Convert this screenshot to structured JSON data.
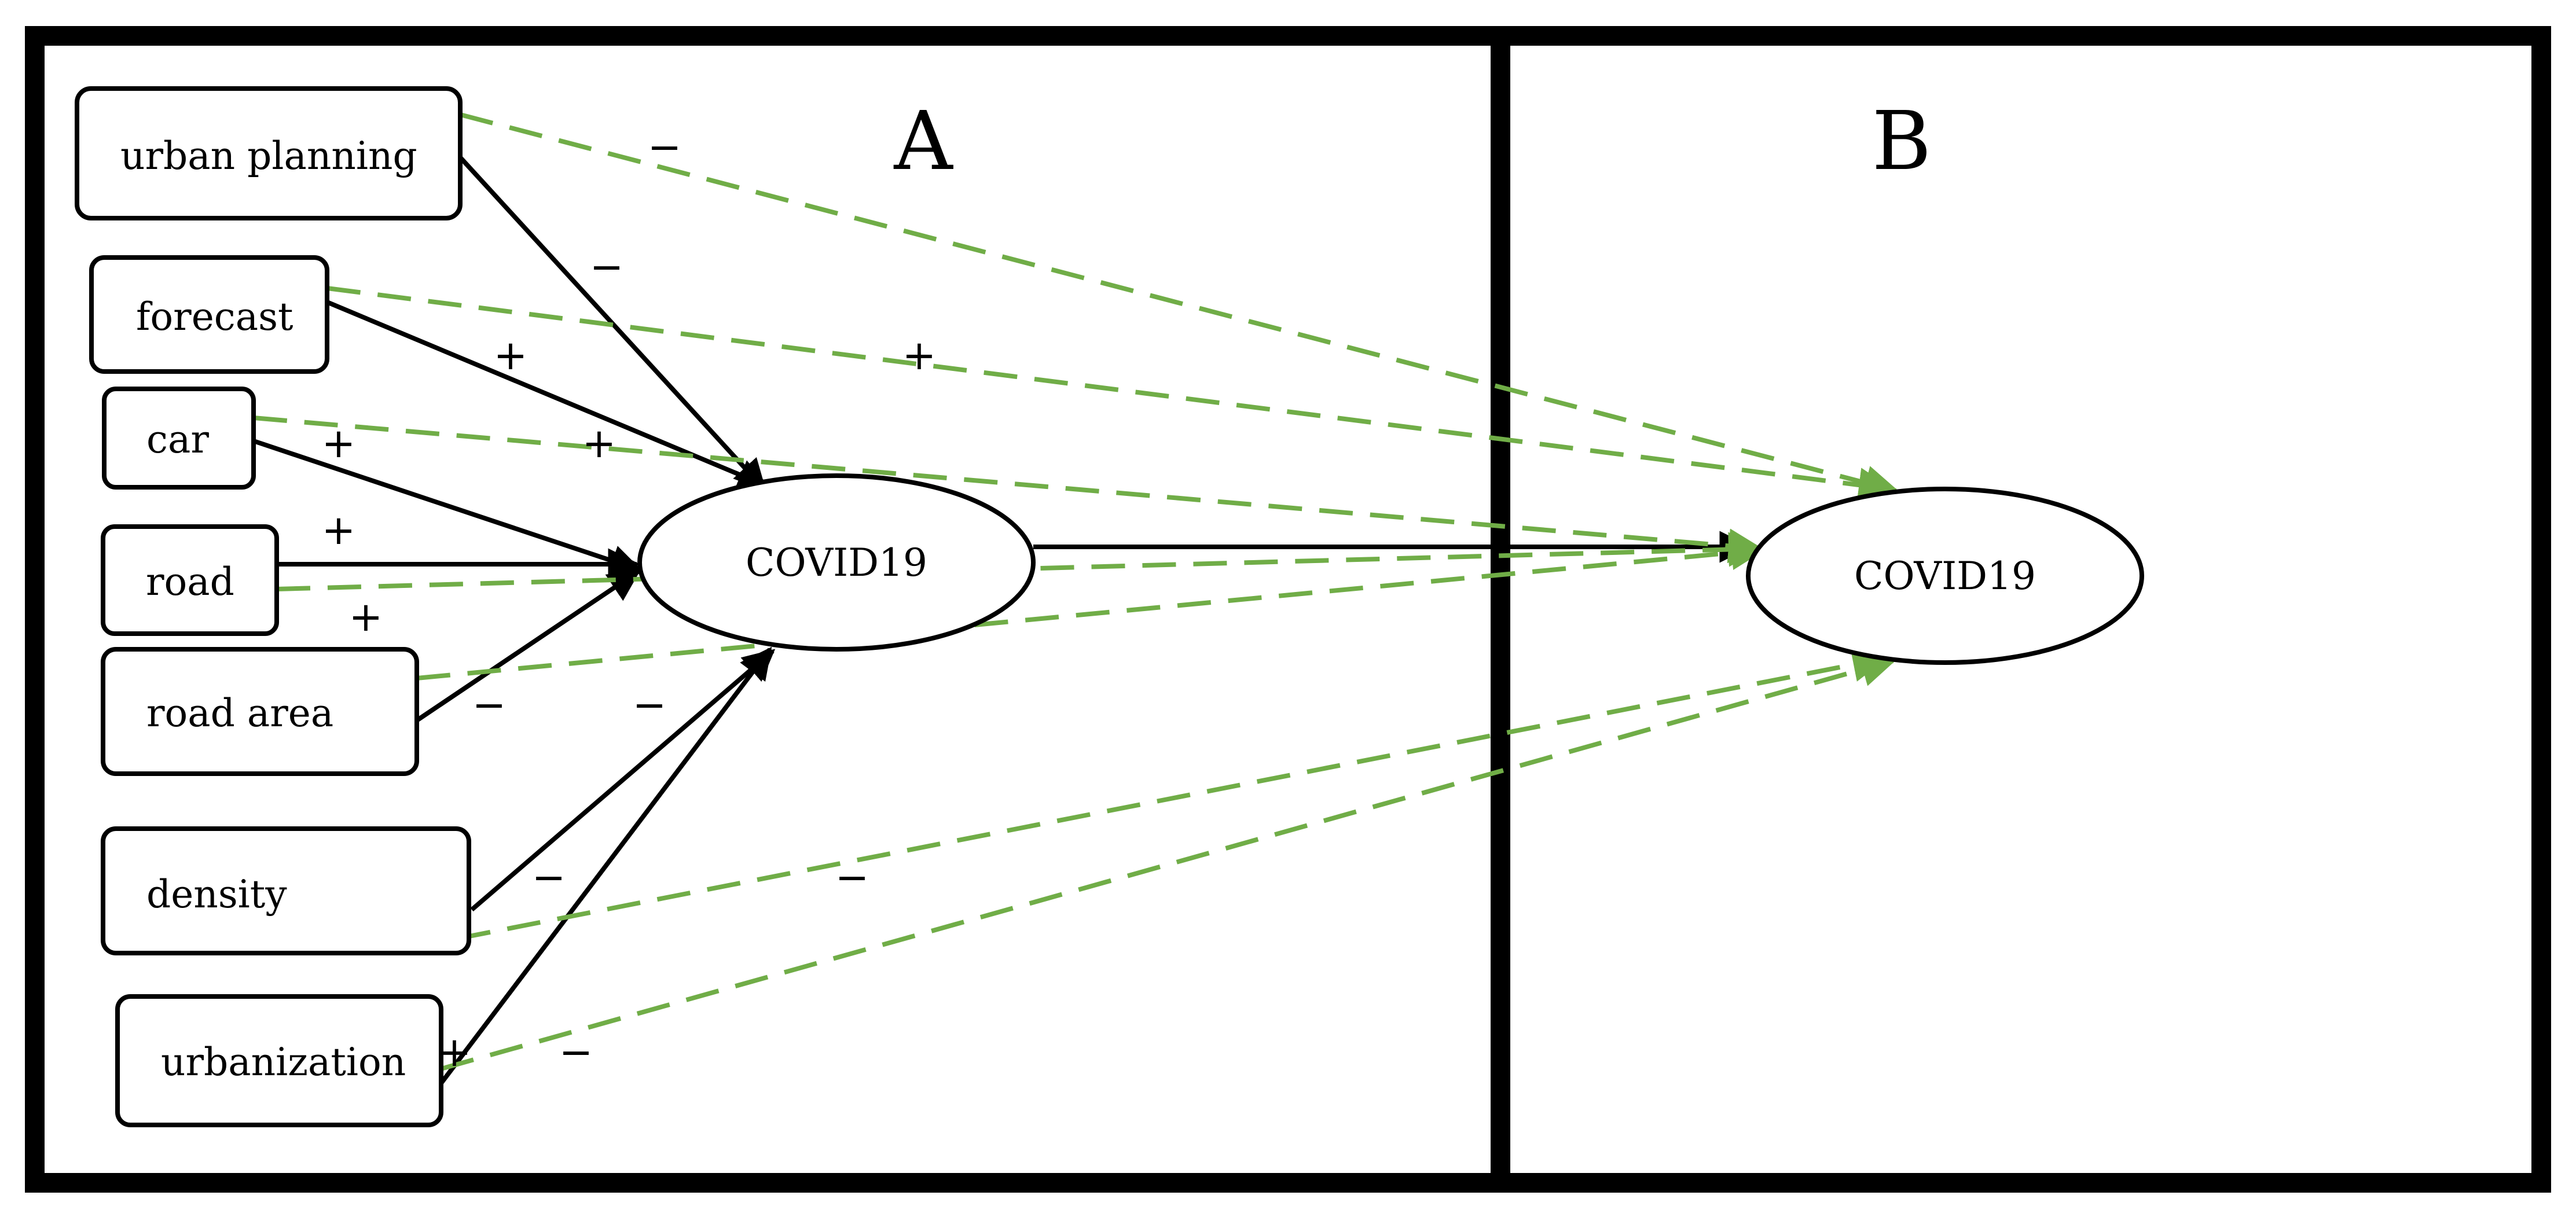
{
  "panels": {
    "a_label": "A",
    "b_label": "B"
  },
  "nodes": {
    "urban_planning": "urban planning",
    "forecast": "forecast",
    "car": "car",
    "road": "road",
    "road_area": "road area",
    "density": "density",
    "urbanization": "urbanization",
    "covid_a": "COVID19",
    "covid_b": "COVID19"
  },
  "signs": {
    "urban_planning_green": "−",
    "urban_planning_black": "−",
    "forecast_black": "+",
    "forecast_green": "+",
    "car_black": "+",
    "car_green": "+",
    "road_black": "+",
    "road_green": "+",
    "road_area_black": "−",
    "road_area_green": "−",
    "density_black": "−",
    "density_green": "−",
    "urbanization_black": "+",
    "urbanization_green": "−"
  },
  "colors": {
    "black_edge": "#000000",
    "green_edge": "#70ad47"
  }
}
